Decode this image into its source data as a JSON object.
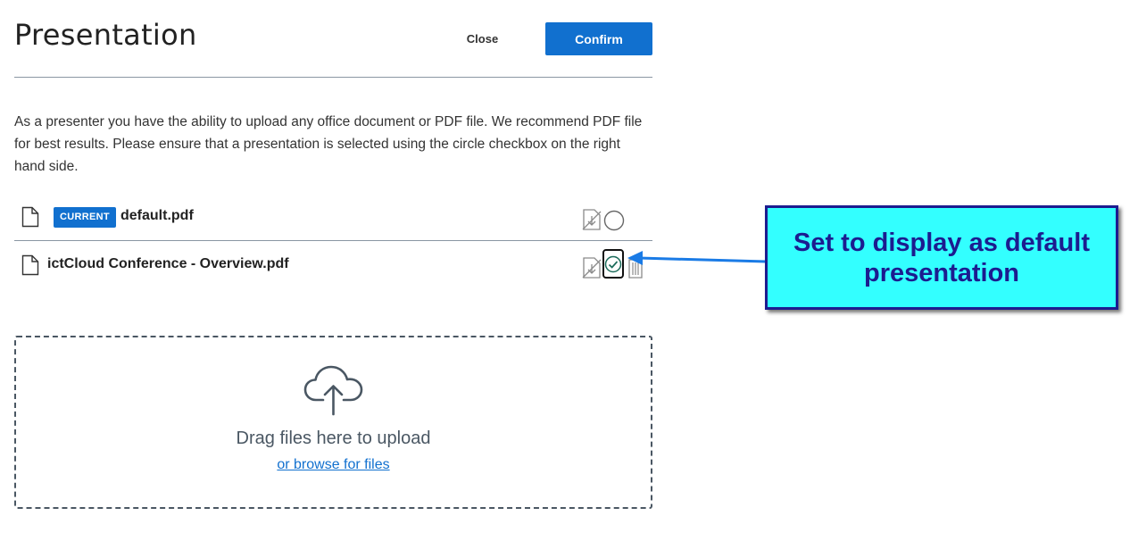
{
  "dialog": {
    "title": "Presentation",
    "close_label": "Close",
    "confirm_label": "Confirm",
    "intro": "As a presenter you have the ability to upload any office document or PDF file. We recommend PDF file for best results. Please ensure that a presentation is selected using the circle checkbox on the right hand side."
  },
  "files": [
    {
      "badge": "CURRENT",
      "name": "default.pdf",
      "selected": false,
      "icons": [
        "file-icon",
        "download-disabled-icon",
        "radio-circle-icon"
      ]
    },
    {
      "badge": "",
      "name": "ictCloud Conference - Overview.pdf",
      "selected": true,
      "icons": [
        "file-icon",
        "download-disabled-icon",
        "radio-checked-icon",
        "trash-icon"
      ]
    }
  ],
  "upload": {
    "icon": "cloud-upload-icon",
    "drag_text": "Drag files here to upload",
    "browse_link": "or browse for files"
  },
  "annotation": {
    "text": "Set to display as default presentation",
    "colors": {
      "fill": "#33ffff",
      "border": "#1c1c8f",
      "arrow": "#1a7be6"
    }
  },
  "colors": {
    "accent": "#1170cf",
    "text": "#222222",
    "muted": "#4a5763"
  }
}
